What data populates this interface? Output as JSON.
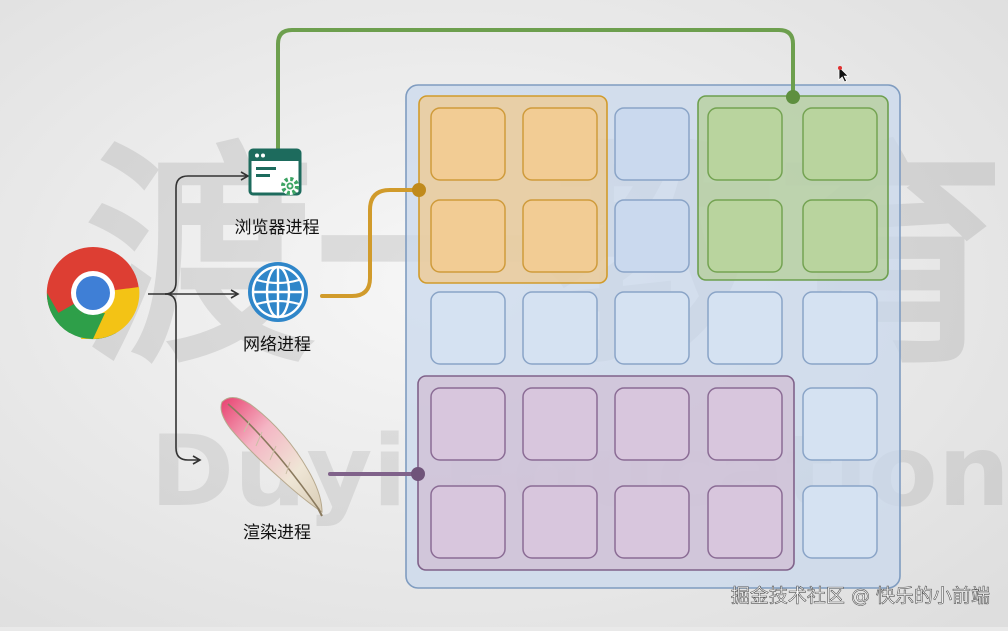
{
  "labels": {
    "browser_process": "浏览器进程",
    "network_process": "网络进程",
    "render_process": "渲染进程"
  },
  "watermark": {
    "cn": "渡一教育",
    "en": "Duyi Education",
    "credit": "掘金技术社区 @ 快乐的小前端"
  },
  "colors": {
    "background": "#e9e9e9",
    "memory_fill": "#c9d8ec",
    "memory_border": "#7f9cc0",
    "cell_fill": "#d5e2f2",
    "cell_border": "#8aa4c7",
    "browser_green": "#6d9f4e",
    "browser_fill": "#b5cf9a",
    "network_orange": "#d19b2b",
    "network_fill": "#efc98f",
    "render_purple": "#80628a",
    "render_fill": "#d1c0d6",
    "icon_teal": "#1d6b5d",
    "globe_blue": "#2f86c9"
  },
  "icons": {
    "browser": "chrome-logo-icon",
    "browser_process": "browser-window-gear-icon",
    "network_process": "globe-icon",
    "render_process": "feather-icon",
    "cursor": "mouse-cursor-icon"
  }
}
